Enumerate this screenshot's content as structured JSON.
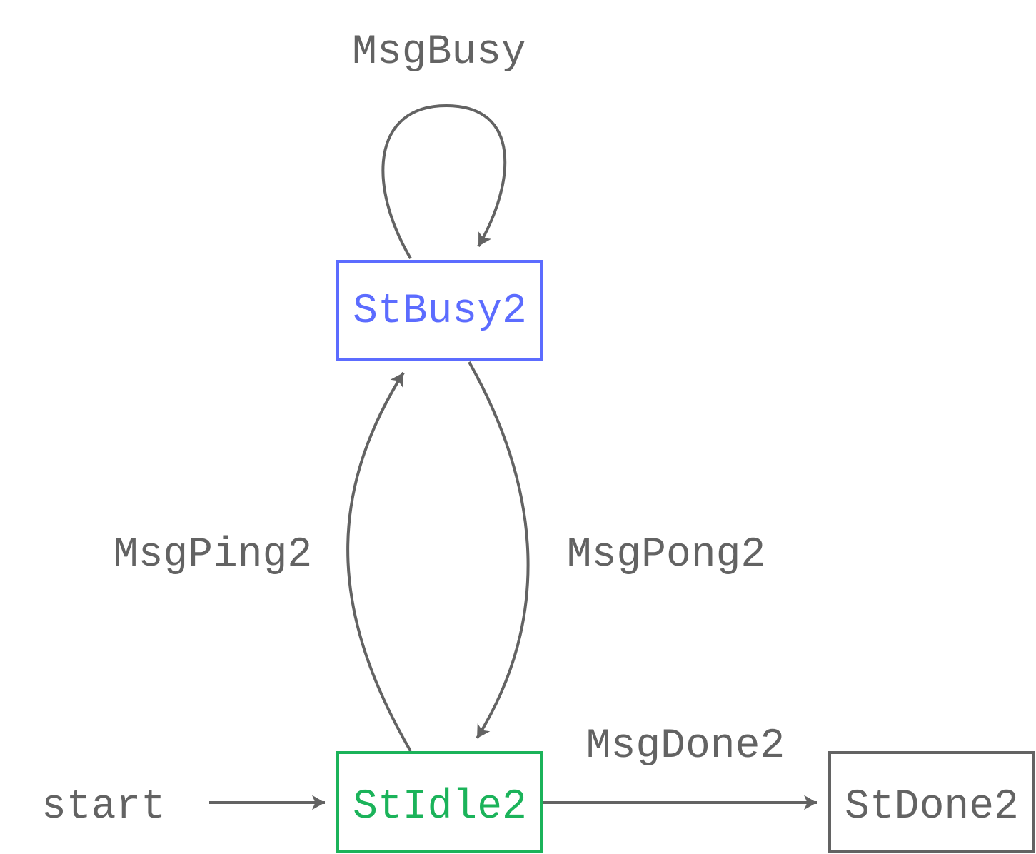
{
  "colors": {
    "edge": "#636363",
    "busy": "#5c6cff",
    "idle": "#1bb35a",
    "done": "#636363"
  },
  "states": {
    "busy": "StBusy2",
    "idle": "StIdle2",
    "done": "StDone2"
  },
  "start_label": "start",
  "transitions": {
    "busy_self": "MsgBusy",
    "ping": "MsgPing2",
    "pong": "MsgPong2",
    "done": "MsgDone2"
  }
}
